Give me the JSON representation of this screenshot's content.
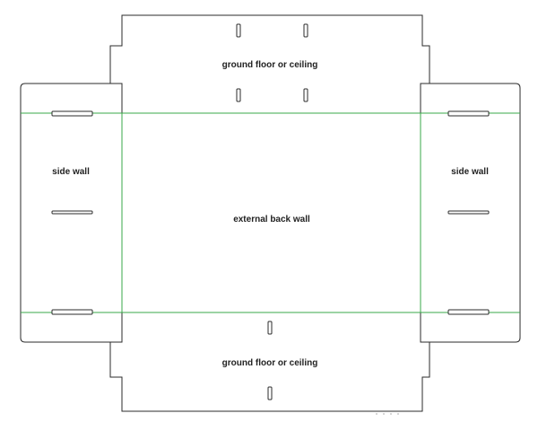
{
  "panels": {
    "top_flap": "ground floor or ceiling",
    "bottom_flap": "ground floor or ceiling",
    "left_wall": "side wall",
    "right_wall": "side wall",
    "center": "external back wall"
  },
  "colors": {
    "cut_line": "#2b2b2b",
    "fold_line": "#3aa84a",
    "background": "#ffffff"
  }
}
